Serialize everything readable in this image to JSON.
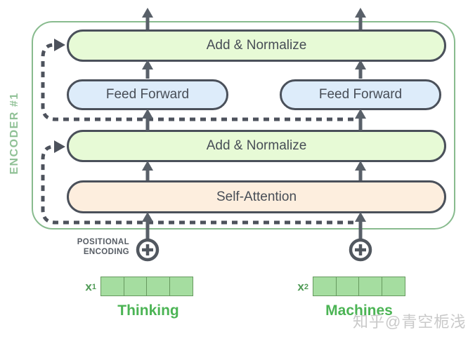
{
  "diagram": {
    "encoder_label": "ENCODER #1",
    "boxes": {
      "add_normalize_top": "Add & Normalize",
      "feed_forward_left": "Feed Forward",
      "feed_forward_right": "Feed Forward",
      "add_normalize_bottom": "Add & Normalize",
      "self_attention": "Self-Attention"
    },
    "positional_encoding": {
      "line1": "POSITIONAL",
      "line2": "ENCODING"
    },
    "inputs": [
      {
        "label_base": "x",
        "label_sub": "1",
        "word": "Thinking",
        "cells": 4
      },
      {
        "label_base": "x",
        "label_sub": "2",
        "word": "Machines",
        "cells": 4
      }
    ],
    "watermark": "知乎@青空栀浅",
    "colors": {
      "encoder_border": "#88bb8e",
      "encoder_label": "#90c196",
      "add_normalize_fill": "#e7fad6",
      "feed_forward_fill": "#ddecfa",
      "self_attention_fill": "#fdeede",
      "outline_dark": "#4a505a",
      "arrow": "#596069",
      "vector_fill": "#a5dda0",
      "vector_border": "#67995f",
      "word_green": "#4bb454",
      "watermark_gray": "#c9c9c9"
    }
  }
}
